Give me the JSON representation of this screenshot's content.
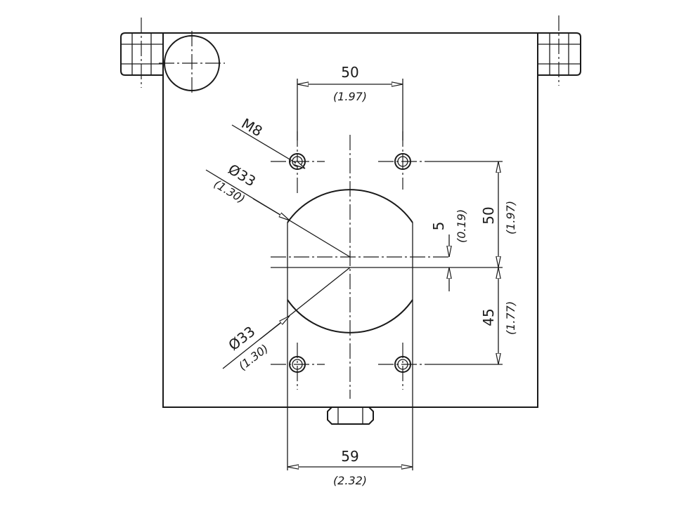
{
  "dimensions": {
    "hole_spacing_top": {
      "value": "50",
      "imperial": "(1.97)"
    },
    "thread": {
      "value": "M8"
    },
    "bore_upper": {
      "value": "Ø33",
      "imperial": "(1.30)"
    },
    "bore_lower": {
      "value": "Ø33",
      "imperial": "(1.30)"
    },
    "offset": {
      "value": "5",
      "imperial": "(0.19)"
    },
    "vertical_upper": {
      "value": "50",
      "imperial": "(1.97)"
    },
    "vertical_lower": {
      "value": "45",
      "imperial": "(1.77)"
    },
    "width_bottom": {
      "value": "59",
      "imperial": "(2.32)"
    }
  }
}
